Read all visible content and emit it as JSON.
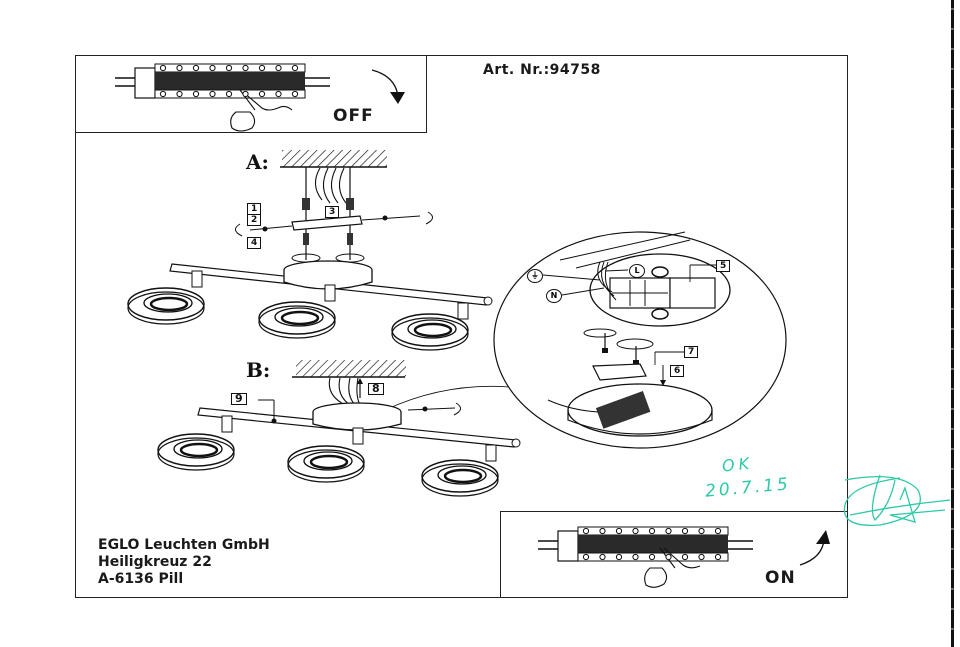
{
  "document": {
    "article_number": "Art. Nr.:94758",
    "switch_off_label": "OFF",
    "switch_on_label": "ON",
    "section_a_label": "A:",
    "section_b_label": "B:",
    "part_numbers": {
      "p1": "1",
      "p2": "2",
      "p3": "3",
      "p4": "4",
      "p5": "5",
      "p6": "6",
      "p7": "7",
      "p8": "8",
      "p9": "9"
    },
    "terminal_labels": {
      "live": "L",
      "neutral": "N",
      "earth": "⏚"
    },
    "manufacturer": {
      "name": "EGLO Leuchten GmbH",
      "street": "Heiligkreuz 22",
      "city": "A-6136 Pill"
    },
    "handwritten": {
      "approval": "OK",
      "date": "20.7.15"
    },
    "icons": [
      "circuit-breaker-icon",
      "hand-pointer-icon",
      "curved-arrow-down-icon",
      "curved-arrow-up-icon",
      "ceiling-hatch-icon",
      "screw-icon",
      "spotlight-fixture-icon",
      "terminal-block-icon",
      "signature-icon"
    ],
    "colors": {
      "ink": "#1a1a1a",
      "handwriting": "#2ec9a6"
    }
  }
}
